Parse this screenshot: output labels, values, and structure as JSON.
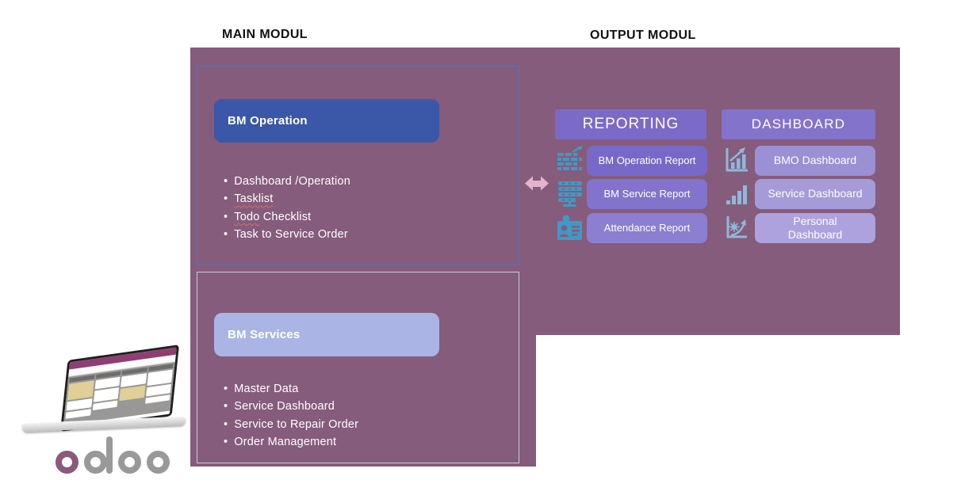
{
  "headings": {
    "main": "MAIN MODUL",
    "output": "OUTPUT MODUL"
  },
  "main_modules": [
    {
      "title": "BM Operation",
      "items": [
        [
          {
            "t": "Dashboard /Operation",
            "sq": false
          }
        ],
        [
          {
            "t": "Tasklist",
            "sq": true
          }
        ],
        [
          {
            "t": "Todo",
            "sq": true
          },
          {
            "t": " Checklist",
            "sq": false
          }
        ],
        [
          {
            "t": "Task to Service Order",
            "sq": false
          }
        ]
      ]
    },
    {
      "title": "BM Services",
      "items": [
        [
          {
            "t": "Master Data",
            "sq": false
          }
        ],
        [
          {
            "t": "Service Dashboard",
            "sq": false
          }
        ],
        [
          {
            "t": "Service to Repair Order",
            "sq": false
          }
        ],
        [
          {
            "t": "Order Management",
            "sq": false
          }
        ]
      ]
    }
  ],
  "reporting": {
    "title": "REPORTING",
    "rows": [
      {
        "icon": "pivot-table-icon",
        "label": "BM Operation Report"
      },
      {
        "icon": "stacked-rows-icon",
        "label": "BM Service Report"
      },
      {
        "icon": "id-card-icon",
        "label": "Attendance Report"
      }
    ]
  },
  "dashboard": {
    "title": "DASHBOARD",
    "rows": [
      {
        "icon": "combo-chart-icon",
        "label": "BMO Dashboard"
      },
      {
        "icon": "bar-chart-icon",
        "label": "Service Dashboard"
      },
      {
        "icon": "growth-chart-icon",
        "label": "Personal Dashboard"
      }
    ]
  },
  "logo": {
    "text": "odoo"
  },
  "colors": {
    "background": "#855C7B",
    "primary_button": "#3A57A8",
    "light_button": "#AAB5E5",
    "reporting_header": "#7C6AC9",
    "dashboard_header": "#8473CB",
    "reporting_buttons": [
      "#7869C8",
      "#8274CC",
      "#8C7ED1"
    ],
    "dashboard_buttons": [
      "#9C90D4",
      "#A69BD9",
      "#ADA2DD"
    ],
    "reporting_icon": "#3D9AC9",
    "dashboard_icon": "#8FB8DC",
    "arrow": "#E2B4CE",
    "odoo_purple": "#8A597C",
    "odoo_gray": "#999999"
  }
}
